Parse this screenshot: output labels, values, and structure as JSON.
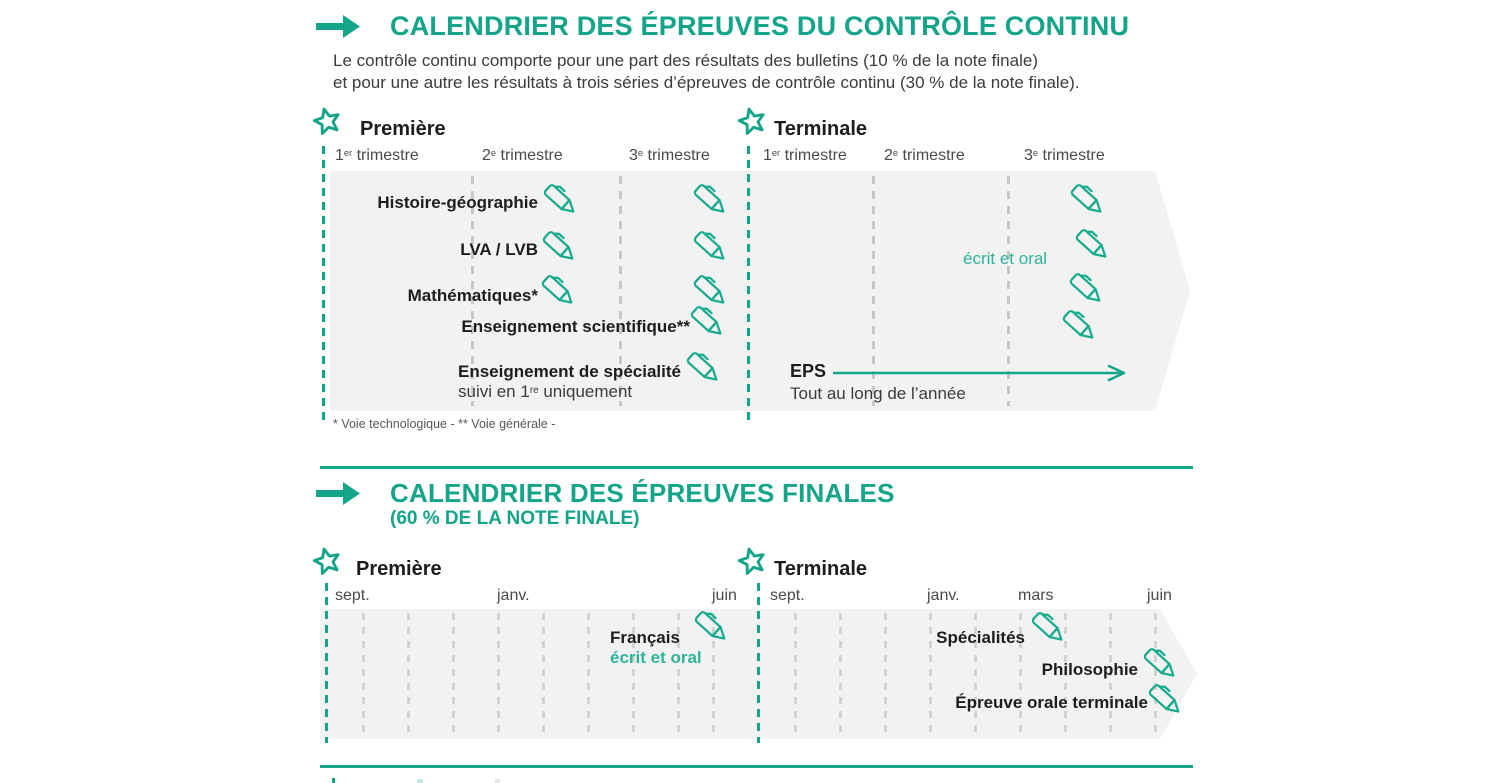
{
  "accent_color": "#13a489",
  "band_color": "#f2f2f2",
  "s1": {
    "title": "CALENDRIER DES ÉPREUVES DU CONTRÔLE CONTINU",
    "intro1": "Le contrôle continu comporte pour une part des résultats des bulletins (10 % de la note finale)",
    "intro2": "et pour une autre les résultats à trois séries d’épreuves de contrôle continu (30 % de la note finale).",
    "premiere": {
      "label": "Première",
      "trimesters": [
        {
          "n": "1",
          "s": "er",
          "t": " trimestre"
        },
        {
          "n": "2",
          "s": "e",
          "t": " trimestre"
        },
        {
          "n": "3",
          "s": "e",
          "t": " trimestre"
        }
      ]
    },
    "terminale": {
      "label": "Terminale",
      "trimesters": [
        {
          "n": "1",
          "s": "er",
          "t": " trimestre"
        },
        {
          "n": "2",
          "s": "e",
          "t": " trimestre"
        },
        {
          "n": "3",
          "s": "e",
          "t": " trimestre"
        }
      ],
      "note": "écrit et oral"
    },
    "subjects": {
      "histoire": "Histoire-géographie",
      "langues": "LVA / LVB",
      "maths": "Mathématiques*",
      "sciences": "Enseignement scientifique**",
      "specialite": "Enseignement de spécialité",
      "specialite_sub": {
        "a": "suivi en 1",
        "s": "re",
        "b": " uniquement"
      }
    },
    "eps": {
      "label": "EPS",
      "sub": "Tout au long de l’année"
    },
    "footnote": "* Voie technologique - ** Voie générale -"
  },
  "s2": {
    "title": "CALENDRIER DES ÉPREUVES FINALES",
    "subtitle": "(60 % DE LA NOTE FINALE)",
    "premiere": {
      "label": "Première",
      "months": [
        "sept.",
        "janv.",
        "juin"
      ],
      "exam": "Français",
      "exam_sub": "écrit et oral"
    },
    "terminale": {
      "label": "Terminale",
      "months": [
        "sept.",
        "janv.",
        "mars",
        "juin"
      ],
      "exams": {
        "specialites": "Spécialités",
        "philosophie": "Philosophie",
        "orale": "Épreuve orale terminale"
      }
    }
  }
}
